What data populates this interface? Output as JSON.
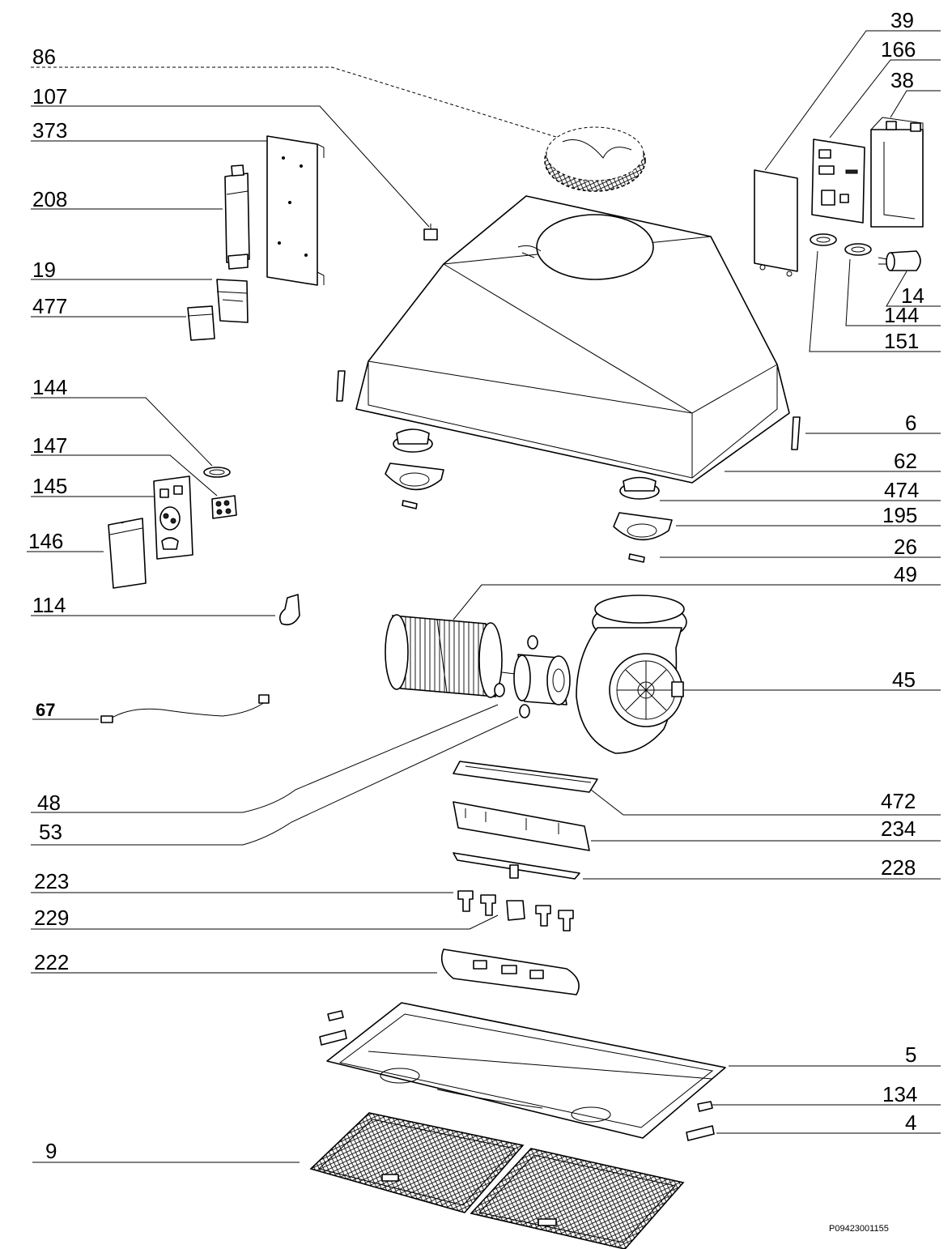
{
  "diagram": {
    "drawing_code": "P09423001155",
    "labels": [
      "86",
      "107",
      "373",
      "208",
      "19",
      "477",
      "144",
      "147",
      "145",
      "146",
      "114",
      "67",
      "48",
      "53",
      "223",
      "229",
      "222",
      "9",
      "39",
      "166",
      "38",
      "14",
      "144",
      "151",
      "6",
      "62",
      "474",
      "195",
      "26",
      "49",
      "45",
      "472",
      "234",
      "228",
      "5",
      "134",
      "4"
    ]
  }
}
